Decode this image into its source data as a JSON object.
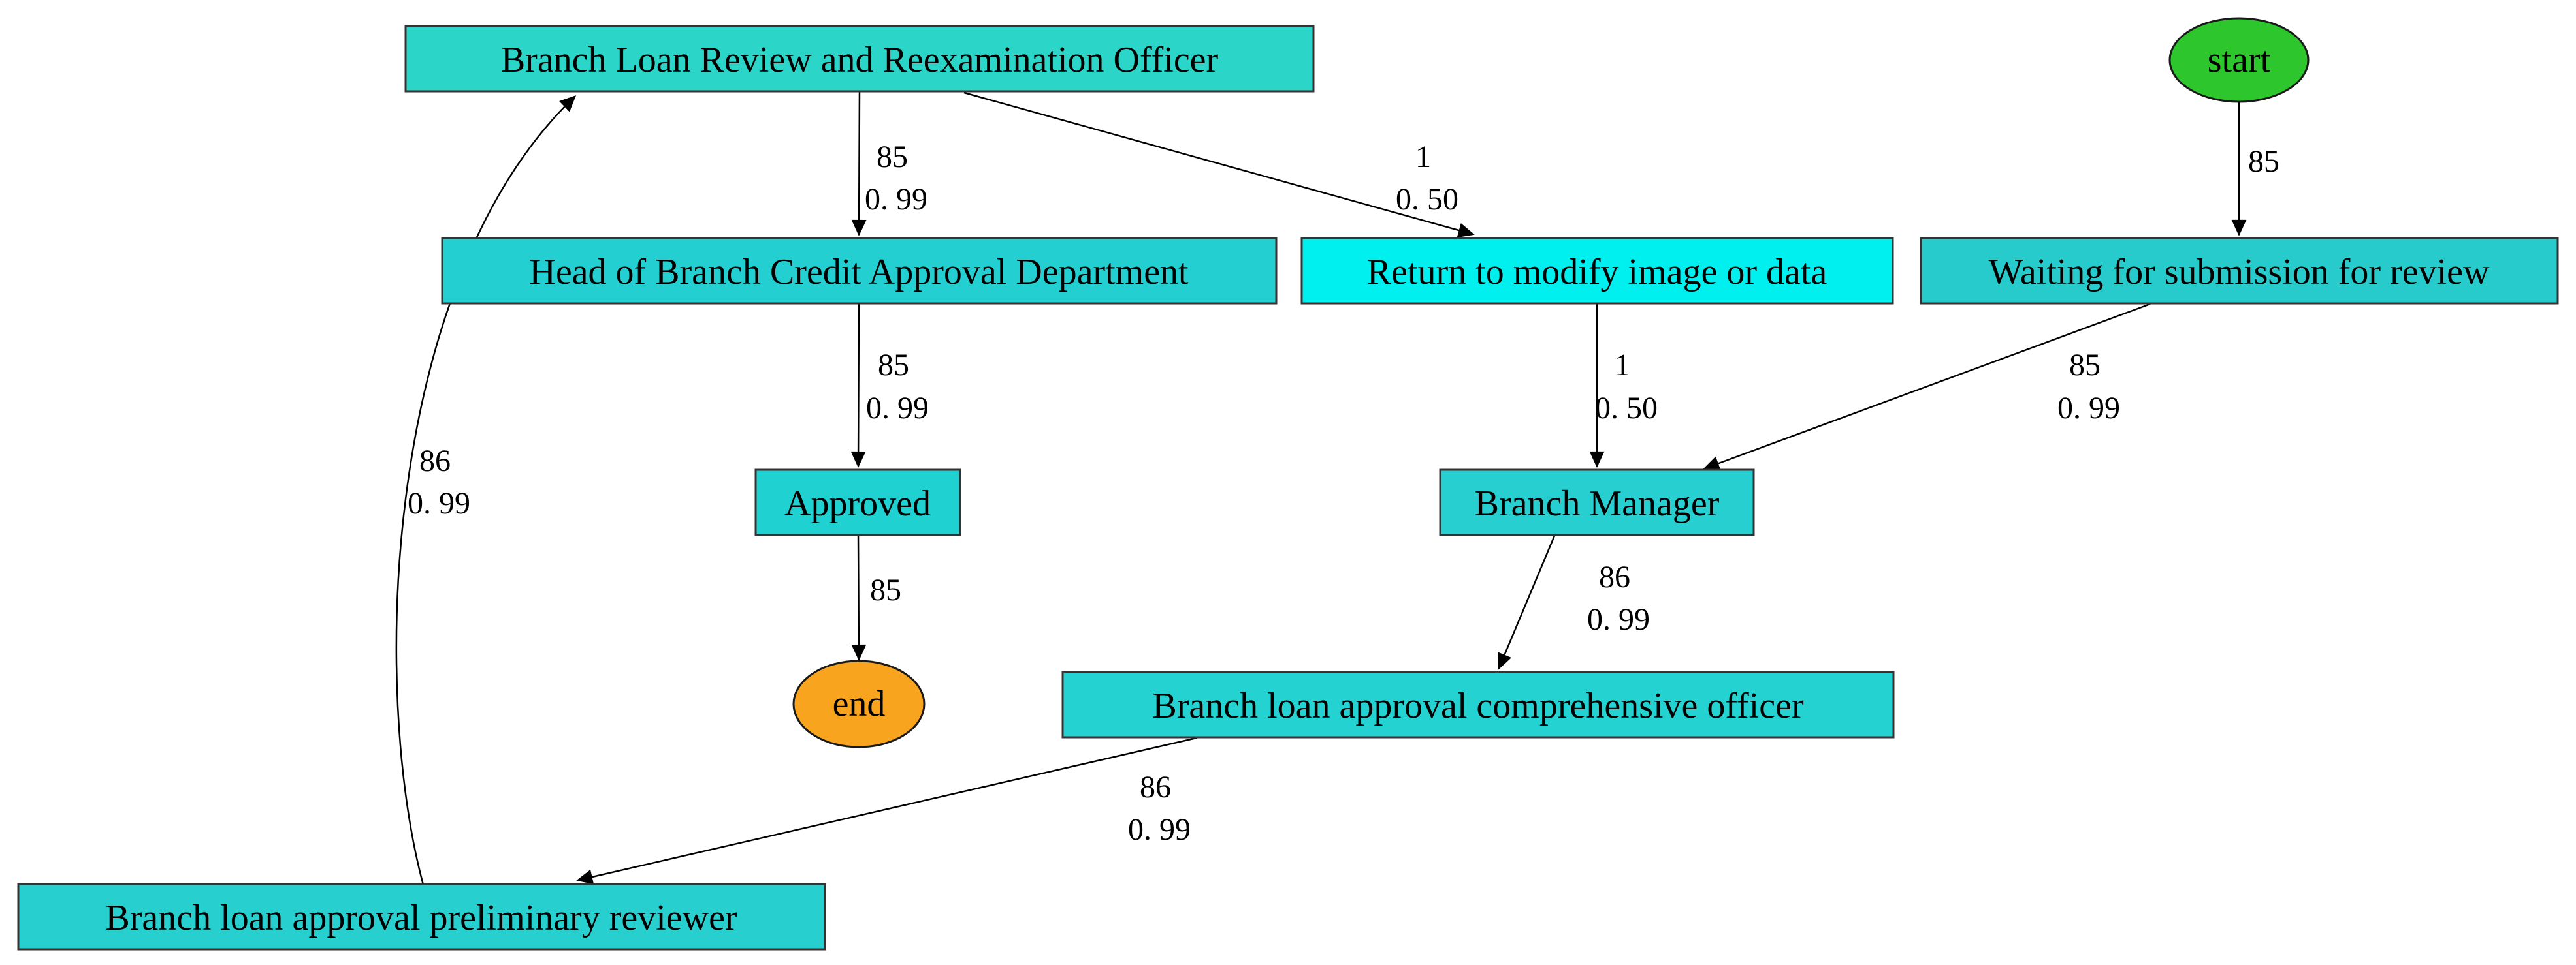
{
  "diagram": {
    "type": "process-flowchart",
    "background": "#ffffff",
    "node_stroke_color": "#333333",
    "edge_color": "#000000",
    "nodes": [
      {
        "id": "start",
        "shape": "ellipse",
        "label": "start",
        "fill": "#2dc72d"
      },
      {
        "id": "end",
        "shape": "ellipse",
        "label": "end",
        "fill": "#f9a41f"
      },
      {
        "id": "review-officer",
        "shape": "rect",
        "label": "Branch Loan Review and Reexamination Officer",
        "fill": "#2bd5c8"
      },
      {
        "id": "head-credit",
        "shape": "rect",
        "label": "Head of Branch Credit Approval Department",
        "fill": "#23cfd0"
      },
      {
        "id": "return-modify",
        "shape": "rect",
        "label": "Return to modify image or data",
        "fill": "#00efef"
      },
      {
        "id": "waiting",
        "shape": "rect",
        "label": "Waiting for submission for review",
        "fill": "#28cbcb"
      },
      {
        "id": "approved",
        "shape": "rect",
        "label": "Approved",
        "fill": "#1fd1d1"
      },
      {
        "id": "branch-manager",
        "shape": "rect",
        "label": "Branch Manager",
        "fill": "#28cfd0"
      },
      {
        "id": "comprehensive-officer",
        "shape": "rect",
        "label": "Branch loan approval comprehensive officer",
        "fill": "#25d2d2"
      },
      {
        "id": "preliminary-reviewer",
        "shape": "rect",
        "label": "Branch loan approval preliminary reviewer",
        "fill": "#28cfcf"
      }
    ],
    "edges": [
      {
        "from": "start",
        "to": "waiting",
        "freq": "85",
        "prob": ""
      },
      {
        "from": "review-officer",
        "to": "head-credit",
        "freq": "85",
        "prob": "0. 99"
      },
      {
        "from": "review-officer",
        "to": "return-modify",
        "freq": "1",
        "prob": "0. 50"
      },
      {
        "from": "head-credit",
        "to": "approved",
        "freq": "85",
        "prob": "0. 99"
      },
      {
        "from": "return-modify",
        "to": "branch-manager",
        "freq": "1",
        "prob": "0. 50"
      },
      {
        "from": "waiting",
        "to": "branch-manager",
        "freq": "85",
        "prob": "0. 99"
      },
      {
        "from": "approved",
        "to": "end",
        "freq": "85",
        "prob": ""
      },
      {
        "from": "branch-manager",
        "to": "comprehensive-officer",
        "freq": "86",
        "prob": "0. 99"
      },
      {
        "from": "comprehensive-officer",
        "to": "preliminary-reviewer",
        "freq": "86",
        "prob": "0. 99"
      },
      {
        "from": "preliminary-reviewer",
        "to": "review-officer",
        "freq": "86",
        "prob": "0. 99"
      }
    ]
  }
}
